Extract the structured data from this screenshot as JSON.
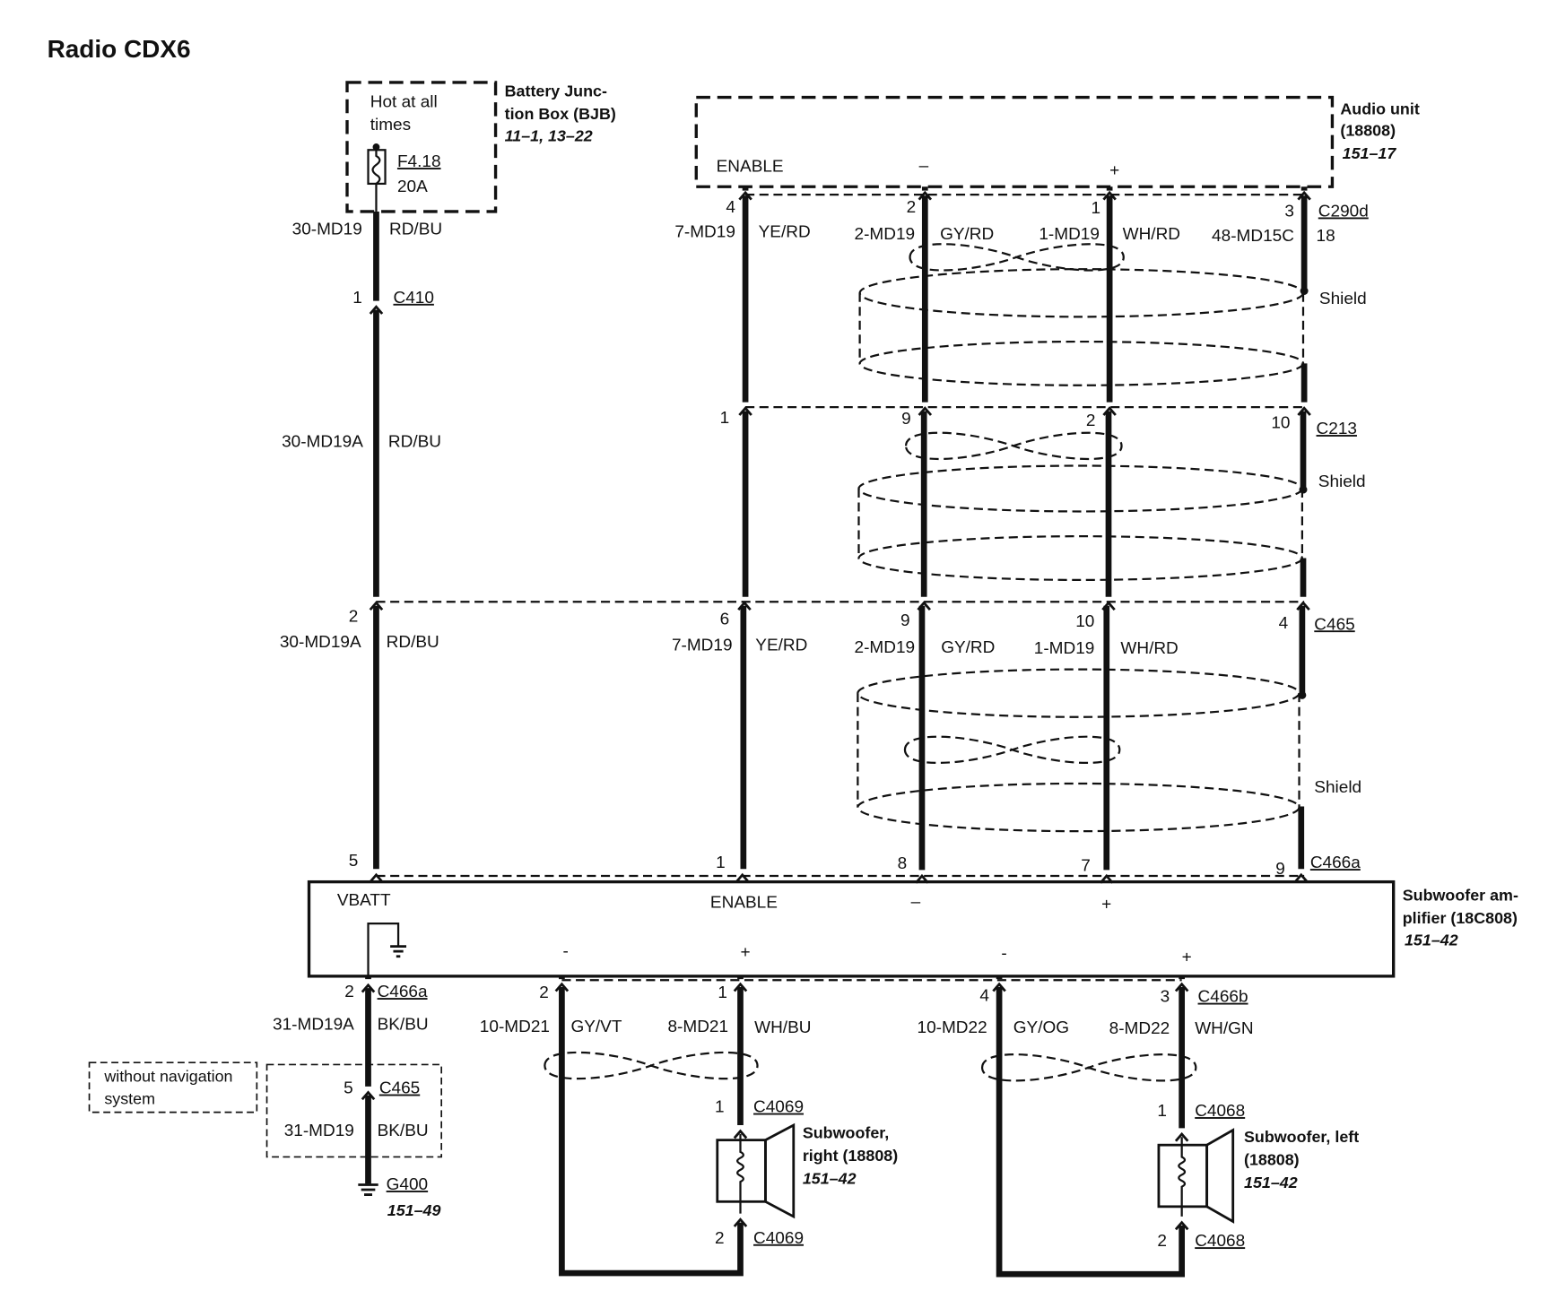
{
  "title": "Radio CDX6",
  "bjb": {
    "hot_line1": "Hot at all",
    "hot_line2": "times",
    "fuse_id": "F4.18",
    "fuse_rating": "20A",
    "name_line1": "Battery Junc-",
    "name_line2": "tion Box (BJB)",
    "page_ref": "11–1, 13–22"
  },
  "battery_feed": {
    "upper": {
      "circuit": "30-MD19",
      "color": "RD/BU"
    },
    "c410": {
      "pin": "1",
      "connector": "C410"
    },
    "middle": {
      "circuit": "30-MD19A",
      "color": "RD/BU"
    },
    "c465_pin": "2",
    "lower": {
      "circuit": "30-MD19A",
      "color": "RD/BU"
    },
    "c466a_pin": "5"
  },
  "audio_unit": {
    "enable_label": "ENABLE",
    "minus_label": "–",
    "plus_label": "+",
    "name_line1": "Audio unit",
    "name_line2": "(18808)",
    "page_ref": "151–17"
  },
  "c290d": {
    "connector": "C290d",
    "pins": {
      "enable": "4",
      "minus": "2",
      "plus": "1",
      "shield": "3"
    },
    "shield_gauge": "18",
    "enable_wire": {
      "circuit": "7-MD19",
      "color": "YE/RD"
    },
    "minus_wire": {
      "circuit": "2-MD19",
      "color": "GY/RD"
    },
    "plus_wire": {
      "circuit": "1-MD19",
      "color": "WH/RD"
    },
    "shield_circuit": "48-MD15C",
    "shield_label": "Shield"
  },
  "c213": {
    "connector": "C213",
    "pins": {
      "enable": "1",
      "minus": "9",
      "plus": "2",
      "shield": "10"
    },
    "shield_label": "Shield"
  },
  "c465": {
    "connector": "C465",
    "pins": {
      "enable": "6",
      "minus": "9",
      "plus": "10",
      "shield": "4"
    },
    "enable_wire": {
      "circuit": "7-MD19",
      "color": "YE/RD"
    },
    "minus_wire": {
      "circuit": "2-MD19",
      "color": "GY/RD"
    },
    "plus_wire": {
      "circuit": "1-MD19",
      "color": "WH/RD"
    },
    "shield_label": "Shield"
  },
  "c466a": {
    "connector": "C466a",
    "pins": {
      "enable": "1",
      "minus": "8",
      "plus": "7",
      "shield": "9"
    }
  },
  "amplifier": {
    "vbatt_label": "VBATT",
    "enable_label": "ENABLE",
    "minus_label": "–",
    "plus_label": "+",
    "out_right_minus": "-",
    "out_right_plus": "+",
    "out_left_minus": "-",
    "out_left_plus": "+",
    "name_line1": "Subwoofer am-",
    "name_line2": "plifier (18C808)",
    "page_ref": "151–42"
  },
  "ground_circuit": {
    "amp_pin": "2",
    "amp_connector": "C466a",
    "upper": {
      "circuit": "31-MD19A",
      "color": "BK/BU"
    },
    "note_line1": "without navigation",
    "note_line2": "system",
    "c465": {
      "pin": "5",
      "connector": "C465"
    },
    "lower": {
      "circuit": "31-MD19",
      "color": "BK/BU"
    },
    "ground_id": "G400",
    "ground_page_ref": "151–49"
  },
  "subwoofer_right": {
    "amp_pins": {
      "minus": "2",
      "plus": "1"
    },
    "minus_wire": {
      "circuit": "10-MD21",
      "color": "GY/VT"
    },
    "plus_wire": {
      "circuit": "8-MD21",
      "color": "WH/BU"
    },
    "top": {
      "pin": "1",
      "connector": "C4069"
    },
    "bottom": {
      "pin": "2",
      "connector": "C4069"
    },
    "name_line1": "Subwoofer,",
    "name_line2": "right (18808)",
    "page_ref": "151–42"
  },
  "subwoofer_left": {
    "amp_pins": {
      "minus": "4",
      "plus": "3"
    },
    "amp_connector": "C466b",
    "minus_wire": {
      "circuit": "10-MD22",
      "color": "GY/OG"
    },
    "plus_wire": {
      "circuit": "8-MD22",
      "color": "WH/GN"
    },
    "top": {
      "pin": "1",
      "connector": "C4068"
    },
    "bottom": {
      "pin": "2",
      "connector": "C4068"
    },
    "name_line1": "Subwoofer, left",
    "name_line2": "(18808)",
    "page_ref": "151–42"
  }
}
